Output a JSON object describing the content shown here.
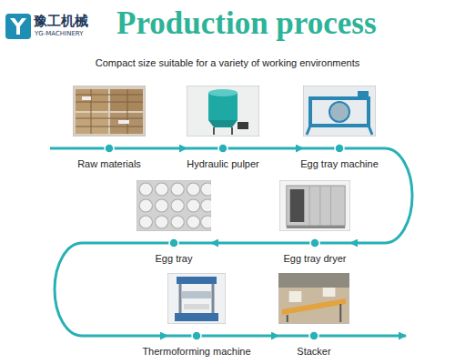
{
  "diagram": {
    "title": "Production process",
    "nodes": [
      {
        "text": [
          "Raw materials"
        ]
      },
      {
        "text": [
          "Hydraulic pulper"
        ]
      },
      {
        "text": [
          "Egg tray machine"
        ]
      },
      {
        "text": [
          "Egg tray"
        ]
      },
      {
        "text": [
          "Egg tray dryer"
        ]
      },
      {
        "text": [
          "Thermoforming machine"
        ]
      },
      {
        "text": [
          "Stacker"
        ]
      }
    ],
    "edges": [
      {
        "from": 0,
        "to": 1,
        "arrow": "to"
      },
      {
        "from": 1,
        "to": 2,
        "arrow": "to"
      },
      {
        "from": 2,
        "to": 4,
        "arrow": "to"
      },
      {
        "from": 4,
        "to": 3,
        "arrow": "to"
      },
      {
        "from": 3,
        "to": 5,
        "arrow": "to"
      },
      {
        "from": 5,
        "to": 6,
        "arrow": "to"
      }
    ],
    "labels": [
      "豫工机械",
      "YG-MACHINERY",
      "Compact size suitable for a variety of working environments"
    ]
  }
}
